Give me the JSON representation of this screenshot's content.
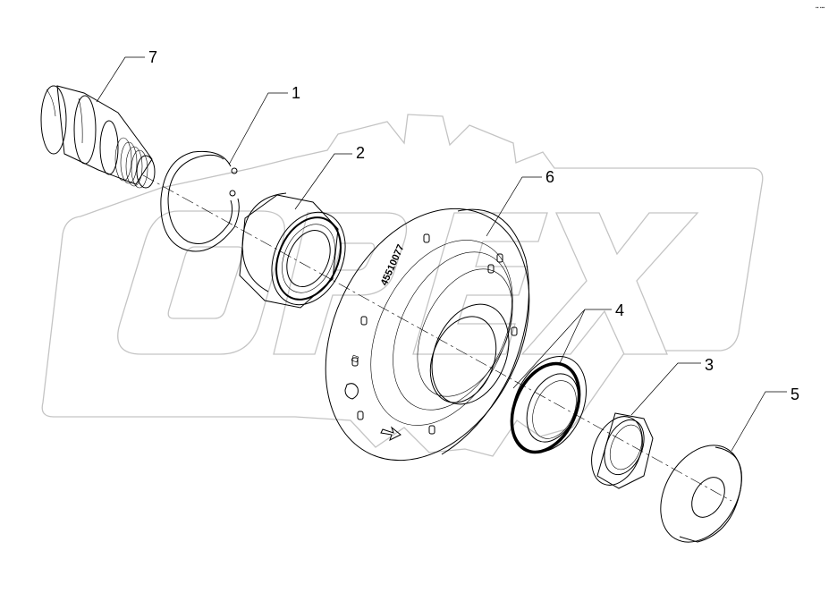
{
  "watermark": {
    "text": "OPEX",
    "outline_color": "#c4c4c4"
  },
  "corner_mark": "▪▪ ▪▪▪",
  "hub_stamp": "45510077",
  "callouts": [
    {
      "number": "1",
      "part": "retaining-ring"
    },
    {
      "number": "2",
      "part": "bearing"
    },
    {
      "number": "3",
      "part": "inner-bushing"
    },
    {
      "number": "4",
      "part": "seal"
    },
    {
      "number": "5",
      "part": "washer"
    },
    {
      "number": "6",
      "part": "hub"
    },
    {
      "number": "7",
      "part": "shaft"
    }
  ]
}
